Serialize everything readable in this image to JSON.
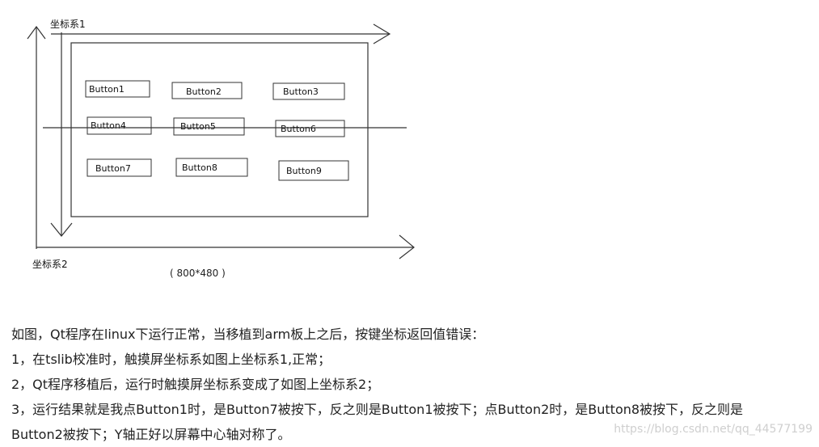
{
  "figure": {
    "label_system_1": "坐标系1",
    "label_system_2": "坐标系2",
    "screen_size": "( 800*480 )",
    "buttons": [
      "Button1",
      "Button2",
      "Button3",
      "Button4",
      "Button5",
      "Button6",
      "Button7",
      "Button8",
      "Button9"
    ]
  },
  "text": {
    "line1": "如图，Qt程序在linux下运行正常，当移植到arm板上之后，按键坐标返回值错误：",
    "line2": "1，在tslib校准时，触摸屏坐标系如图上坐标系1,正常；",
    "line3": "2，Qt程序移植后，运行时触摸屏坐标系变成了如图上坐标系2；",
    "line4": "3，运行结果就是我点Button1时，是Button7被按下，反之则是Button1被按下；点Button2时，是Button8被按下，反之则是",
    "line5": "Button2被按下；Y轴正好以屏幕中心轴对称了。"
  },
  "watermark": "https://blog.csdn.net/qq_44577199"
}
